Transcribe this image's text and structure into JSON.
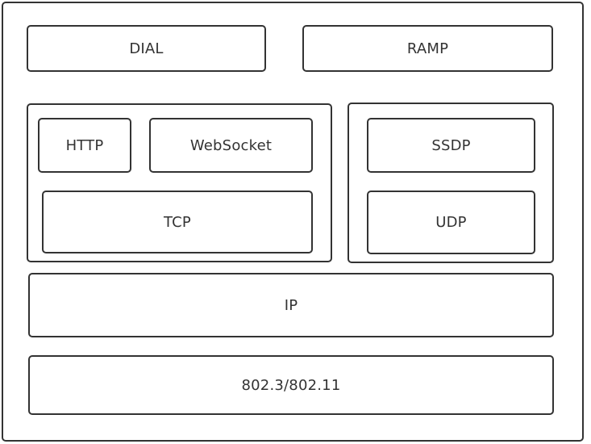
{
  "layers": {
    "application": {
      "dial": "DIAL",
      "ramp": "RAMP"
    },
    "tcp_stack": {
      "http": "HTTP",
      "websocket": "WebSocket",
      "tcp": "TCP"
    },
    "udp_stack": {
      "ssdp": "SSDP",
      "udp": "UDP"
    },
    "network": {
      "ip": "IP"
    },
    "link": {
      "physical": "802.3/802.11"
    }
  }
}
